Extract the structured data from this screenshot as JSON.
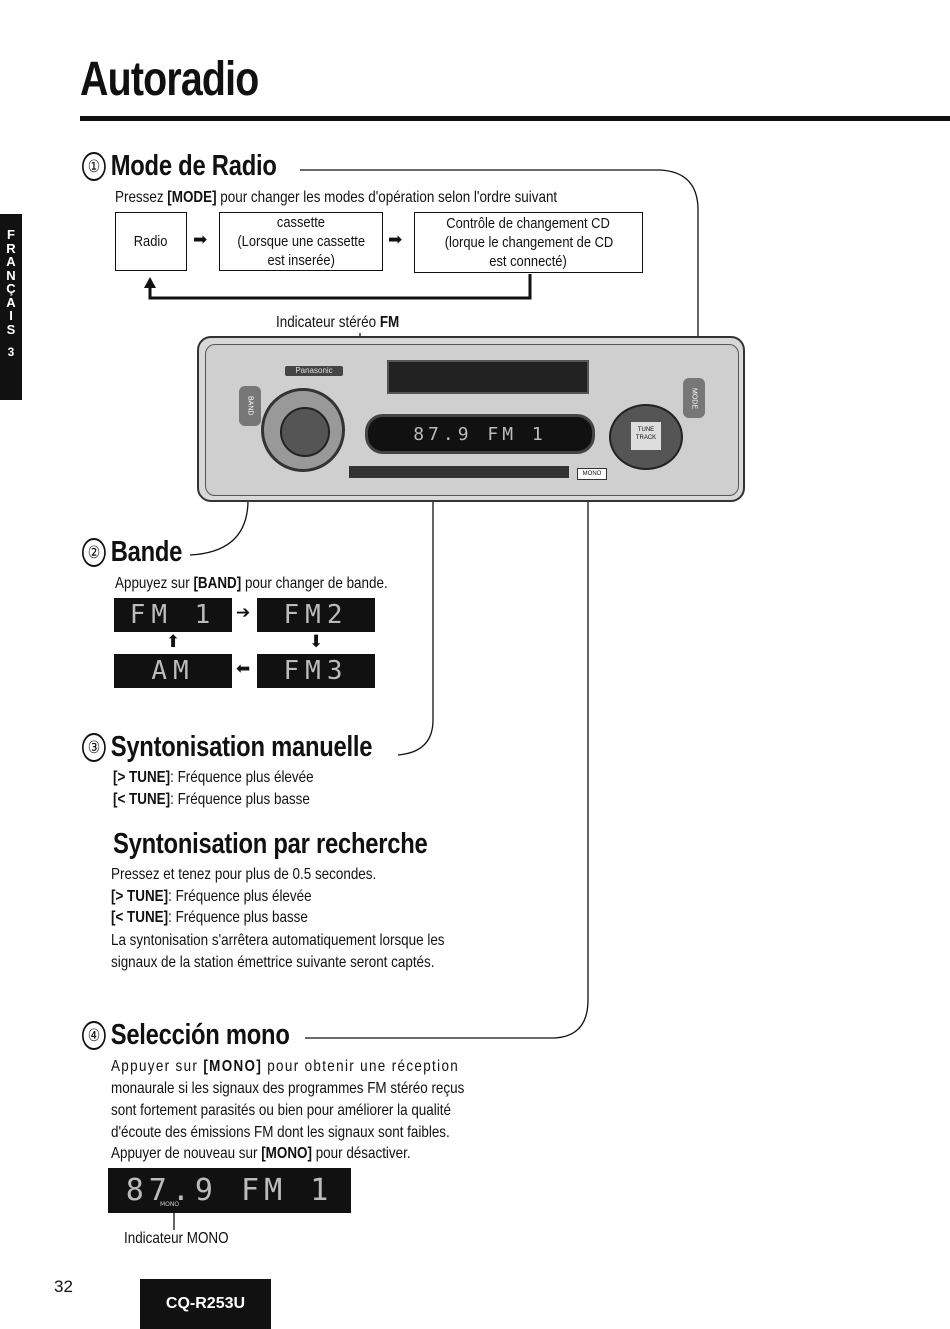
{
  "page": {
    "title": "Autoradio",
    "side_tab": {
      "letters": [
        "F",
        "R",
        "A",
        "N",
        "Ç",
        "A",
        "I",
        "S"
      ],
      "number": "3"
    },
    "page_number": "32",
    "model": "CQ-R253U"
  },
  "section1": {
    "num": "①",
    "heading": "Mode de Radio",
    "intro_pre": "Pressez ",
    "intro_key": "[MODE]",
    "intro_post": " pour changer les modes d'opération selon l'ordre suivant",
    "flow": {
      "box1": "Radio",
      "box2": [
        "cassette",
        "(Lorsque une cassette",
        "est inserée)"
      ],
      "box3": [
        "Contrôle de changement CD",
        "(lorque le changement de CD",
        "est connecté)"
      ]
    }
  },
  "device": {
    "stereo_label_pre": "Indicateur stéréo ",
    "stereo_label_key": "FM",
    "brand": "Panasonic",
    "display_text": "87.9 FM 1",
    "band_btn": "BAND",
    "mode_btn": "MODE",
    "tune_label": "TUNE TRACK",
    "mono_btn": "MONO"
  },
  "section2": {
    "num": "②",
    "heading": "Bande",
    "intro_pre": "Appuyez sur ",
    "intro_key": "[BAND]",
    "intro_post": " pour changer de bande.",
    "bands": [
      "FM 1",
      "FM2",
      "AM",
      "FM3"
    ]
  },
  "section3": {
    "num": "③",
    "heading": "Syntonisation manuelle",
    "line1_key": "[> TUNE]",
    "line1_text": ": Fréquence plus élevée",
    "line2_key": "[< TUNE]",
    "line2_text": ": Fréquence plus basse"
  },
  "section_seek": {
    "heading": "Syntonisation par recherche",
    "line0": "Pressez et tenez pour plus de 0.5 secondes.",
    "line1_key": "[> TUNE]",
    "line1_text": ": Fréquence plus élevée",
    "line2_key": "[< TUNE]",
    "line2_text": ": Fréquence plus basse",
    "line3": "La syntonisation s'arrêtera automatiquement lorsque les",
    "line4": "signaux de la station émettrice suivante seront captés."
  },
  "section4": {
    "num": "④",
    "heading": "Selección mono",
    "p1_pre": "Appuyer sur ",
    "p1_key": "[MONO]",
    "p1_post": " pour obtenir une réception",
    "p2": "monaurale si les signaux des programmes FM stéréo reçus",
    "p3": "sont fortement parasités ou bien pour améliorer la qualité",
    "p4": "d'écoute des émissions FM dont les signaux sont faibles.",
    "p5_pre": "Appuyer de nouveau sur ",
    "p5_key": "[MONO]",
    "p5_post": " pour désactiver.",
    "display_text": "87.9 FM 1",
    "display_small": "MONO",
    "indicator_label": "Indicateur MONO"
  }
}
